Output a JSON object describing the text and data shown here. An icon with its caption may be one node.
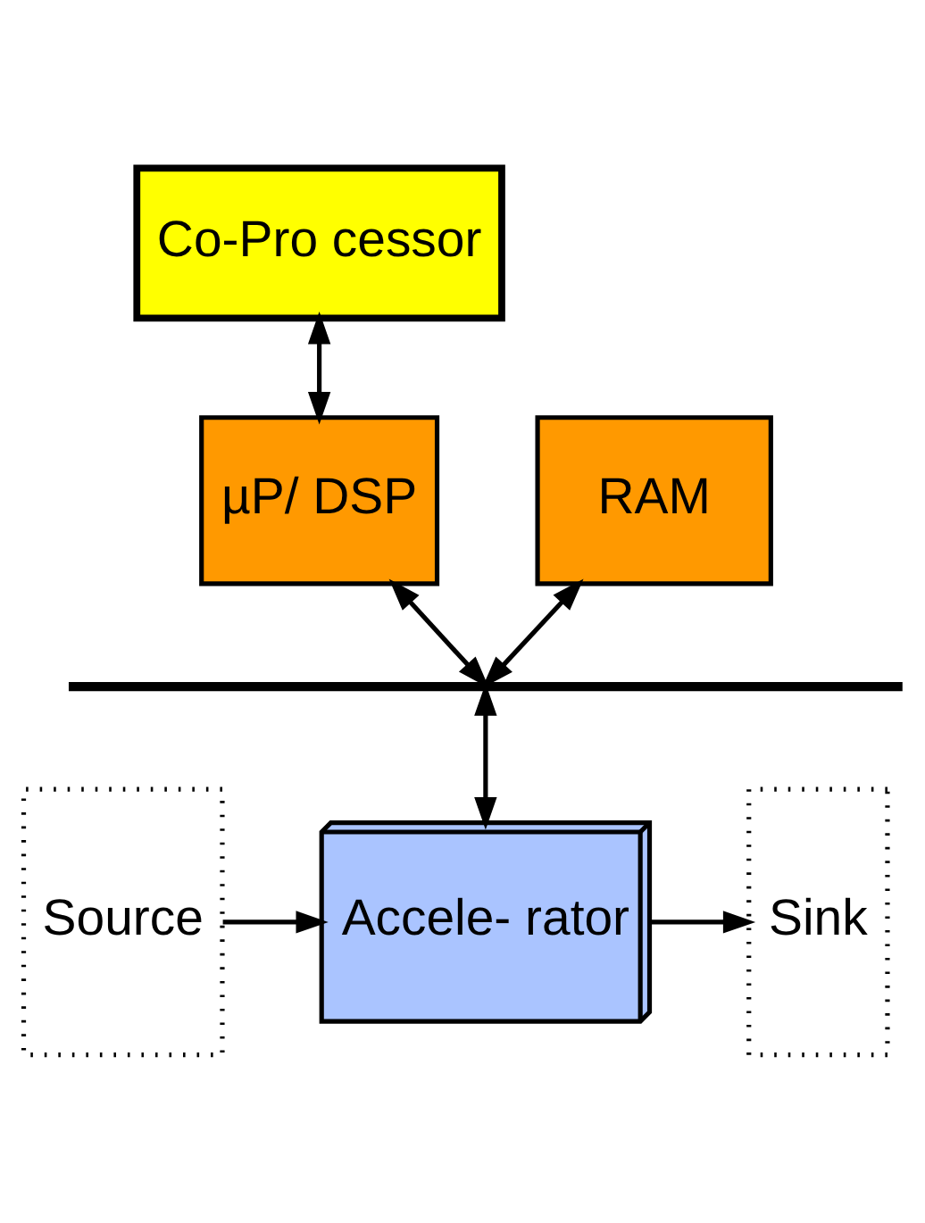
{
  "diagram": {
    "nodes": [
      {
        "text": [
          "Co-Pro cessor"
        ]
      },
      {
        "text": [
          "RAM"
        ]
      },
      {
        "text": [
          "µP/ DSP"
        ]
      },
      {
        "text": [],
        "shape": "bar"
      },
      {
        "text": [
          "Source"
        ]
      },
      {
        "text": [
          "Accele- rator"
        ]
      },
      {
        "text": [
          "Sink"
        ]
      }
    ],
    "edges": [
      {
        "from": 0,
        "to": 2,
        "arrow": "both"
      },
      {
        "from": 1,
        "to": 3,
        "arrow": "both"
      },
      {
        "from": 2,
        "to": 3,
        "arrow": "both"
      },
      {
        "from": 3,
        "to": 5,
        "arrow": "both"
      },
      {
        "from": 4,
        "to": 5,
        "arrow": "to"
      },
      {
        "from": 5,
        "to": 6,
        "arrow": "to"
      }
    ]
  }
}
